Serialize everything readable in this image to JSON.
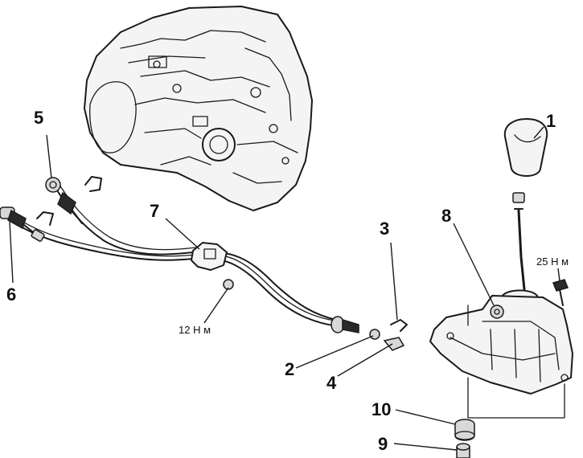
{
  "callouts": {
    "c1": "1",
    "c2": "2",
    "c3": "3",
    "c4": "4",
    "c5": "5",
    "c6": "6",
    "c7": "7",
    "c8": "8",
    "c9": "9",
    "c10": "10"
  },
  "torques": {
    "t1": "12 Н м",
    "t2": "25 Н м"
  },
  "colors": {
    "line": "#1a1a1a",
    "background": "#ffffff"
  }
}
